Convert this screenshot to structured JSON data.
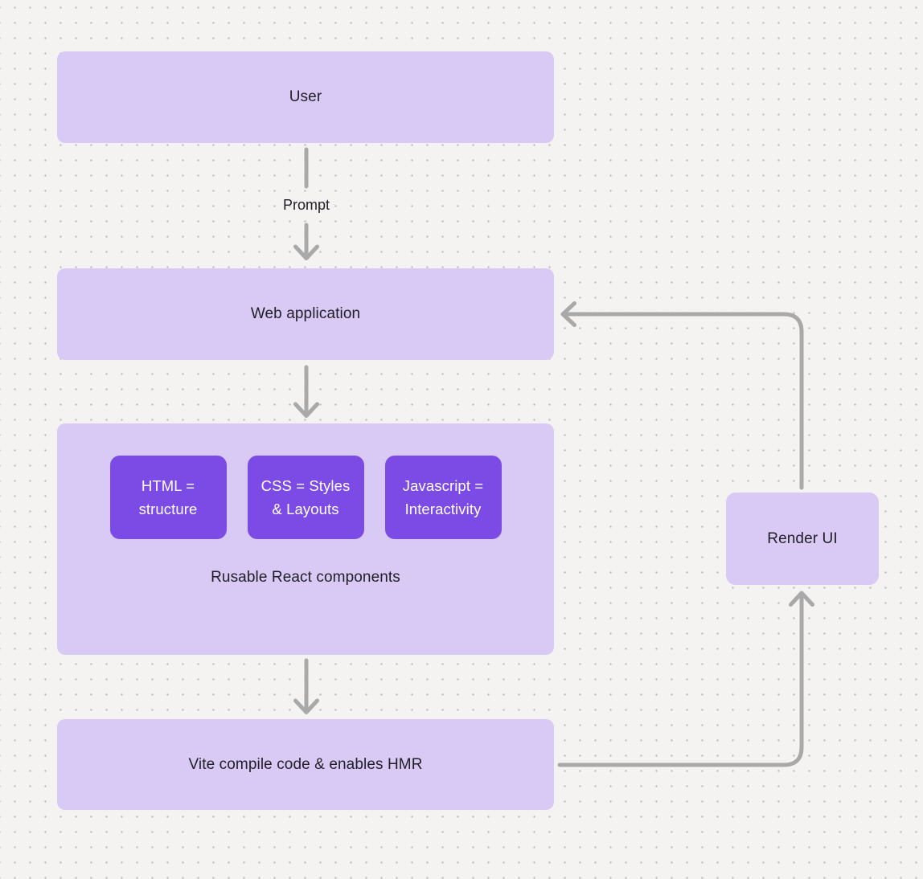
{
  "canvas": {
    "type": "flow-diagram",
    "background": "#f4f3f2",
    "dot_grid": true
  },
  "colors": {
    "bg": "#f4f3f2",
    "dot": "#c5c3c1",
    "node_fill": "#d8c9f5",
    "chip_fill": "#7c4be6",
    "arrow": "#a9a9a9",
    "text_dark": "#211f26",
    "text_light": "#ffffff"
  },
  "nodes": {
    "user": {
      "label": "User"
    },
    "web_application": {
      "label": "Web application"
    },
    "components": {
      "chips": [
        {
          "label": "HTML =\nstructure"
        },
        {
          "label": "CSS = Styles\n& Layouts"
        },
        {
          "label": "Javascript =\nInteractivity"
        }
      ],
      "caption": "Rusable React components"
    },
    "vite": {
      "label": "Vite compile code & enables HMR"
    },
    "render_ui": {
      "label": "Render UI"
    }
  },
  "edges": {
    "prompt_label": "Prompt",
    "list": [
      {
        "from": "user",
        "to": "web_application",
        "label": "Prompt",
        "direction": "down"
      },
      {
        "from": "web_application",
        "to": "components",
        "label": "",
        "direction": "down"
      },
      {
        "from": "components",
        "to": "vite",
        "label": "",
        "direction": "down"
      },
      {
        "from": "vite",
        "to": "render_ui",
        "label": "",
        "direction": "right-then-up"
      },
      {
        "from": "render_ui",
        "to": "web_application",
        "label": "",
        "direction": "up-then-left"
      }
    ]
  }
}
